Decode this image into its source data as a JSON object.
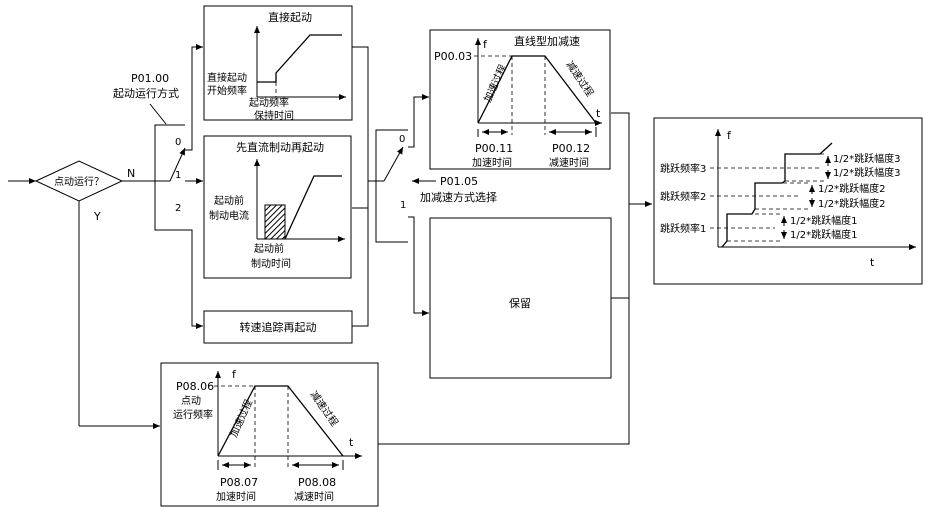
{
  "decision": {
    "label": "点动运行？",
    "no": "N",
    "yes": "Y"
  },
  "start_mode": {
    "param": "P01.00",
    "name": "起动运行方式",
    "options": [
      "0",
      "1",
      "2"
    ]
  },
  "direct_start": {
    "title": "直接起动",
    "start_freq_line1": "直接起动",
    "start_freq_line2": "开始频率",
    "hold_line1": "起动频率",
    "hold_line2": "保持时间"
  },
  "dc_brake_start": {
    "title": "先直流制动再起动",
    "current_line1": "起动前",
    "current_line2": "制动电流",
    "time_line1": "起动前",
    "time_line2": "制动时间"
  },
  "speed_tracking": {
    "label": "转速追踪再起动"
  },
  "accel_mode": {
    "param": "P01.05",
    "name": "加减速方式选择",
    "options": [
      "0",
      "1"
    ]
  },
  "linear_accel": {
    "title": "直线型加减速",
    "f": "f",
    "t": "t",
    "max_freq": "P00.03",
    "accel_text": "加速过程",
    "decel_text": "减速过程",
    "accel_param": "P00.11",
    "accel_name": "加速时间",
    "decel_param": "P00.12",
    "decel_name": "减速时间"
  },
  "reserved": {
    "label": "保留"
  },
  "jog": {
    "f": "f",
    "t": "t",
    "freq_param": "P08.06",
    "freq_line1": "点动",
    "freq_line2": "运行频率",
    "accel_text": "加速过程",
    "decel_text": "减速过程",
    "accel_param": "P08.07",
    "accel_name": "加速时间",
    "decel_param": "P08.08",
    "decel_name": "减速时间"
  },
  "jump_freq": {
    "f": "f",
    "t": "t",
    "freq3": "跳跃频率3",
    "freq2": "跳跃频率2",
    "freq1": "跳跃频率1",
    "half3": "1/2*跳跃幅度3",
    "half2": "1/2*跳跃幅度2",
    "half1": "1/2*跳跃幅度1"
  }
}
